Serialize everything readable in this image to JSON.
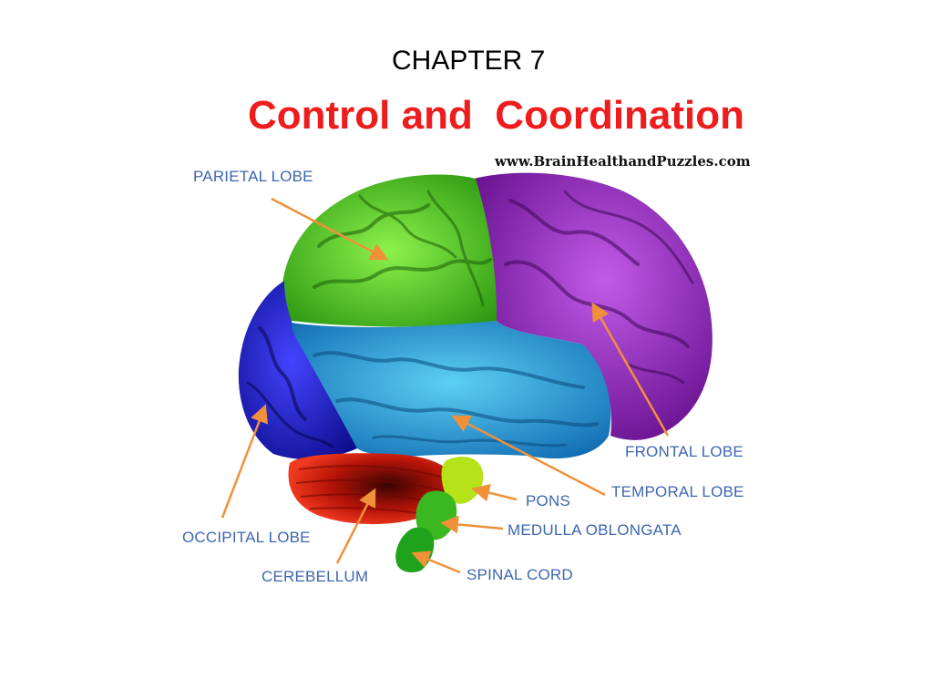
{
  "slide": {
    "chapter": "CHAPTER 7",
    "title": "Control and  Coordination",
    "watermark": "www.BrainHealthandPuzzles.com"
  },
  "colors": {
    "title": "#ee1c1c",
    "label_text": "#3d66b0",
    "arrow": "#f0913a",
    "parietal": "#5ed12a",
    "frontal": "#9b2bc6",
    "temporal": "#2aa6e0",
    "occipital": "#1f1fc8",
    "cerebellum": "#d81e10",
    "pons": "#b6e21a",
    "medulla": "#3bb820",
    "spinal": "#1fa31c"
  },
  "diagram": {
    "labels": {
      "parietal": "PARIETAL LOBE",
      "frontal": "FRONTAL LOBE",
      "temporal": "TEMPORAL LOBE",
      "pons": "PONS",
      "medulla": "MEDULLA OBLONGATA",
      "occipital": "OCCIPITAL LOBE",
      "cerebellum": "CEREBELLUM",
      "spinal": "SPINAL CORD"
    }
  }
}
